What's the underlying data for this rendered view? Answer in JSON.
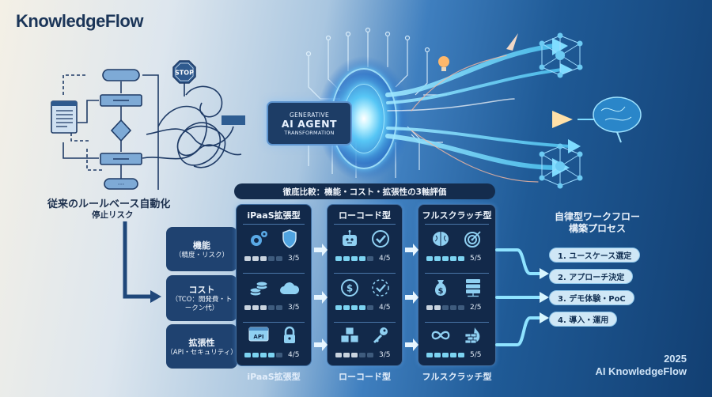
{
  "brand": {
    "name": "KnowledgeFlow"
  },
  "legacy": {
    "stop_sign": "STOP",
    "title": "従来のルールベース自動化",
    "subtitle": "停止リスク"
  },
  "transformation_box": {
    "line1": "GENERATIVE",
    "line2": "AI AGENT",
    "line3": "TRANSFORMATION"
  },
  "comparison": {
    "header": "徹底比較：機能・コスト・拡張性の3軸評価",
    "rows": [
      {
        "label": "機能",
        "sub": "（精度・リスク）"
      },
      {
        "label": "コスト",
        "sub": "（TCO：開発費・トークン代）"
      },
      {
        "label": "拡張性",
        "sub": "（API・セキュリティ）"
      }
    ],
    "columns": [
      {
        "title": "iPaaS拡張型",
        "footer": "iPaaS拡張型",
        "cells": [
          {
            "icons": [
              "gears-icon",
              "shield-icon"
            ],
            "score": 3,
            "max": 5,
            "label": "3/5"
          },
          {
            "icons": [
              "coins-icon",
              "cloud-icon"
            ],
            "score": 3,
            "max": 5,
            "label": "3/5"
          },
          {
            "icons": [
              "api-window-icon",
              "lock-icon"
            ],
            "score": 4,
            "max": 5,
            "label": "4/5"
          }
        ]
      },
      {
        "title": "ローコード型",
        "footer": "ローコード型",
        "cells": [
          {
            "icons": [
              "robot-icon",
              "checkmark-circle-icon"
            ],
            "score": 4,
            "max": 5,
            "label": "4/5"
          },
          {
            "icons": [
              "dollar-coin-icon",
              "clock-check-icon"
            ],
            "score": 4,
            "max": 5,
            "label": "4/5"
          },
          {
            "icons": [
              "cubes-icon",
              "key-icon"
            ],
            "score": 3,
            "max": 5,
            "label": "3/5"
          }
        ]
      },
      {
        "title": "フルスクラッチ型",
        "footer": "フルスクラッチ型",
        "cells": [
          {
            "icons": [
              "brain-icon",
              "target-icon"
            ],
            "score": 5,
            "max": 5,
            "label": "5/5"
          },
          {
            "icons": [
              "money-bag-icon",
              "server-icon"
            ],
            "score": 2,
            "max": 5,
            "label": "2/5"
          },
          {
            "icons": [
              "infinity-icon",
              "firewall-icon"
            ],
            "score": 5,
            "max": 5,
            "label": "5/5"
          }
        ]
      }
    ]
  },
  "process": {
    "title_line1": "自律型ワークフロー",
    "title_line2": "構築プロセス",
    "steps": [
      "1. ユースケース選定",
      "2. アプローチ決定",
      "3. デモ体験・PoC",
      "4. 導入・運用"
    ]
  },
  "footer": {
    "year": "2025",
    "brand": "AI KnowledgeFlow"
  },
  "colors": {
    "dark_navy": "#12294a",
    "panel_border": "#3f6c9e",
    "rating_on": "#7cd3f1",
    "rating_mid": "#c9d3de",
    "rating_off": "#3e5b7d",
    "step_pill": "#cfe7f6",
    "accent_glow": "#57c6f5"
  }
}
